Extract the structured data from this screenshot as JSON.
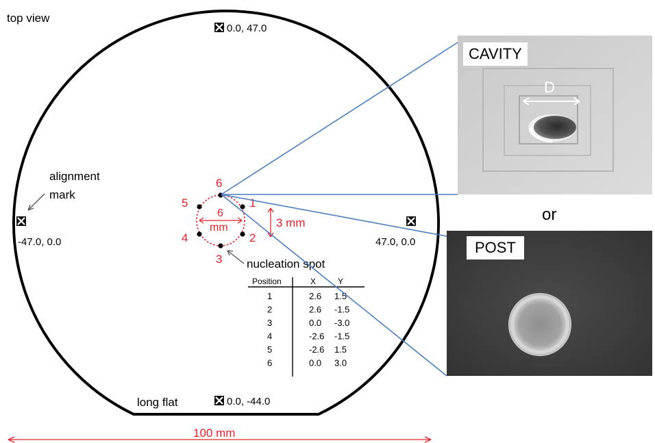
{
  "view_label": "top view",
  "marks": {
    "top": "0.0, 47.0",
    "left": "-47.0, 0.0",
    "right": "47.0, 0.0",
    "bottom": "0.0, -44.0"
  },
  "alignment_label_line1": "alignment",
  "alignment_label_line2": "mark",
  "long_flat_label": "long flat",
  "spot_numbers": [
    "1",
    "2",
    "3",
    "4",
    "5",
    "6"
  ],
  "inner_dim_value": "6",
  "inner_dim_unit": "mm",
  "vertical_dim": "3 mm",
  "nucleation_label": "nucleation spot",
  "table": {
    "headers": [
      "Position",
      "X",
      "Y"
    ],
    "rows": [
      [
        "1",
        "2.6",
        "1.5"
      ],
      [
        "2",
        "2.6",
        "-1.5"
      ],
      [
        "3",
        "0.0",
        "-3.0"
      ],
      [
        "4",
        "-2.6",
        "-1.5"
      ],
      [
        "5",
        "-2.6",
        "1.5"
      ],
      [
        "6",
        "0.0",
        "3.0"
      ]
    ]
  },
  "wafer_width": "100 mm",
  "cavity_label": "CAVITY",
  "cavity_dim": "D",
  "or_label": "or",
  "post_label": "POST",
  "colors": {
    "accent_red": "#e8212a",
    "connector_blue": "#4a7ebf"
  }
}
